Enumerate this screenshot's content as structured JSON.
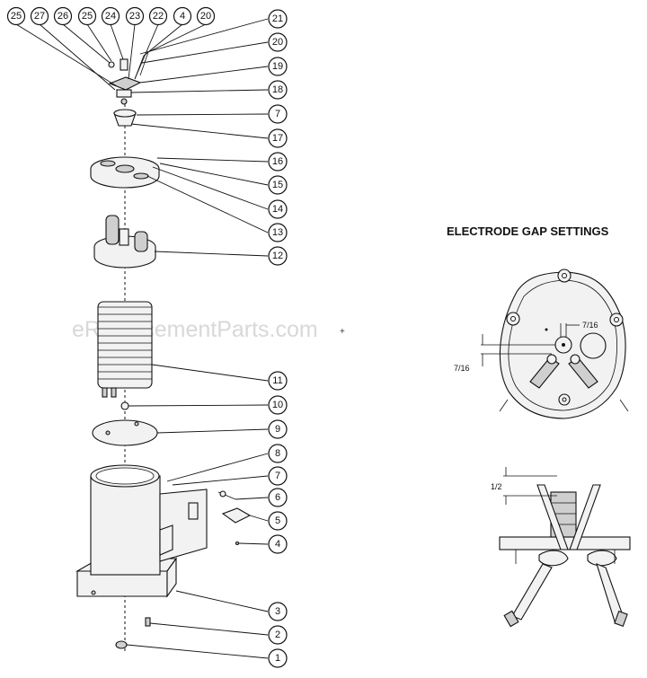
{
  "diagram": {
    "watermark": "eReplacementParts.com",
    "electrode_heading": "ELECTRODE GAP SETTINGS",
    "dimensions": {
      "gap_horizontal": "7/16",
      "gap_vertical": "7/16",
      "tip_spacing": "1/2"
    },
    "top_callouts": [
      "25",
      "27",
      "26",
      "25",
      "24",
      "23",
      "22",
      "4",
      "20"
    ],
    "right_callouts": [
      "21",
      "20",
      "19",
      "18",
      "7",
      "17",
      "16",
      "15",
      "14",
      "13",
      "12",
      "11",
      "10",
      "9",
      "8",
      "7",
      "6",
      "5",
      "4",
      "3",
      "2",
      "1"
    ]
  }
}
